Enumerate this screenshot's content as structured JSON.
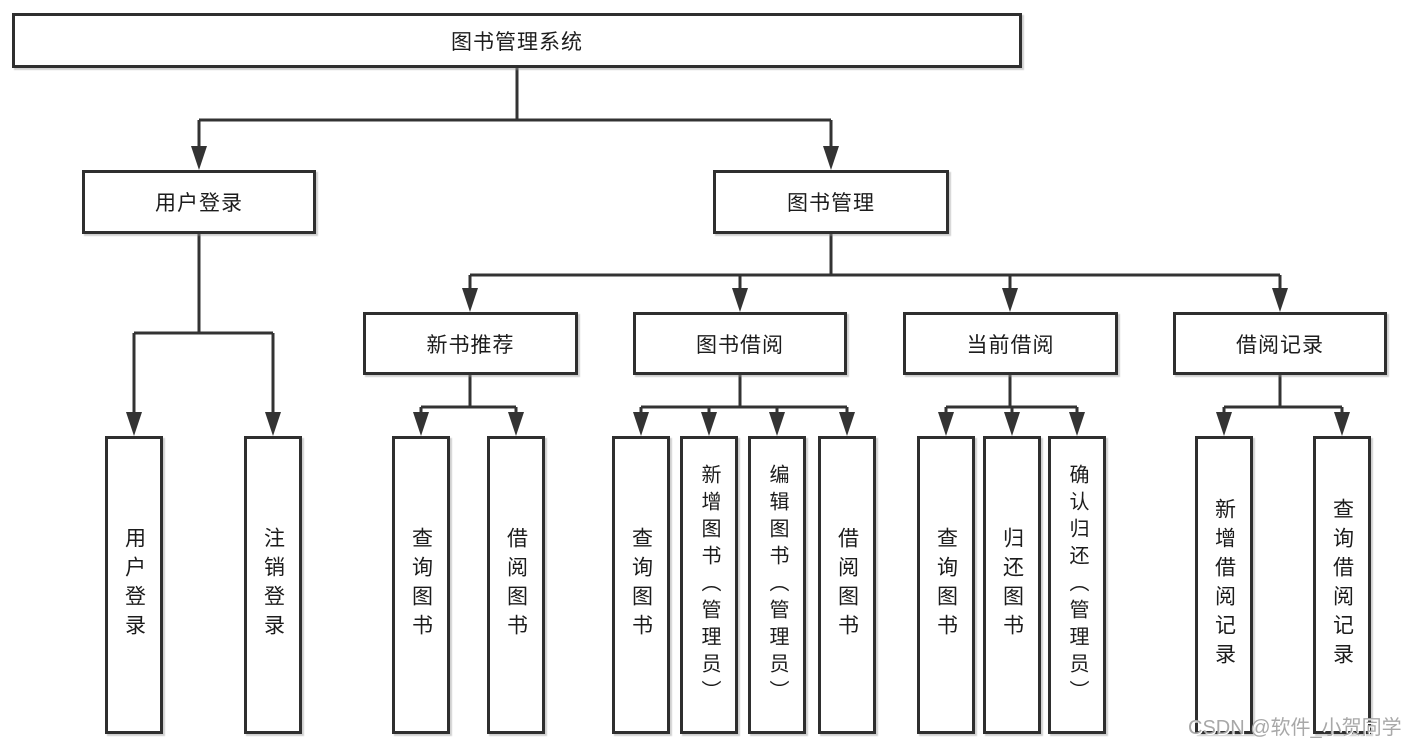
{
  "diagram": {
    "title": "图书管理系统",
    "nodes": {
      "root": "图书管理系统",
      "user_login": "用户登录",
      "book_management": "图书管理",
      "login_leaf": "用户登录",
      "logout_leaf": "注销登录",
      "new_book_recommend": "新书推荐",
      "book_borrow": "图书借阅",
      "current_borrow": "当前借阅",
      "borrow_record": "借阅记录",
      "nbr_query_book": "查询图书",
      "nbr_borrow_book": "借阅图书",
      "bb_query_book": "查询图书",
      "bb_add_book": "新增图书（管理员）",
      "bb_edit_book": "编辑图书（管理员）",
      "bb_borrow_book": "借阅图书",
      "cb_query_book": "查询图书",
      "cb_return_book": "归还图书",
      "cb_confirm_return": "确认归还（管理员）",
      "br_add_record": "新增借阅记录",
      "br_query_record": "查询借阅记录"
    },
    "colors": {
      "line": "#333333",
      "border": "#2f2f2f",
      "text": "#1c1c1c",
      "watermark_text": "#a8a8a8",
      "background": "#ffffff"
    },
    "watermark": "CSDN @软件_小贺同学"
  }
}
